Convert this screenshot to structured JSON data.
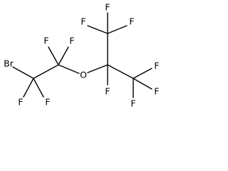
{
  "molecule": {
    "atoms": {
      "br": "Br",
      "o": "O",
      "f": "F"
    }
  },
  "colors": {
    "bond": "#000000",
    "label": "#000000",
    "background": "#ffffff"
  }
}
